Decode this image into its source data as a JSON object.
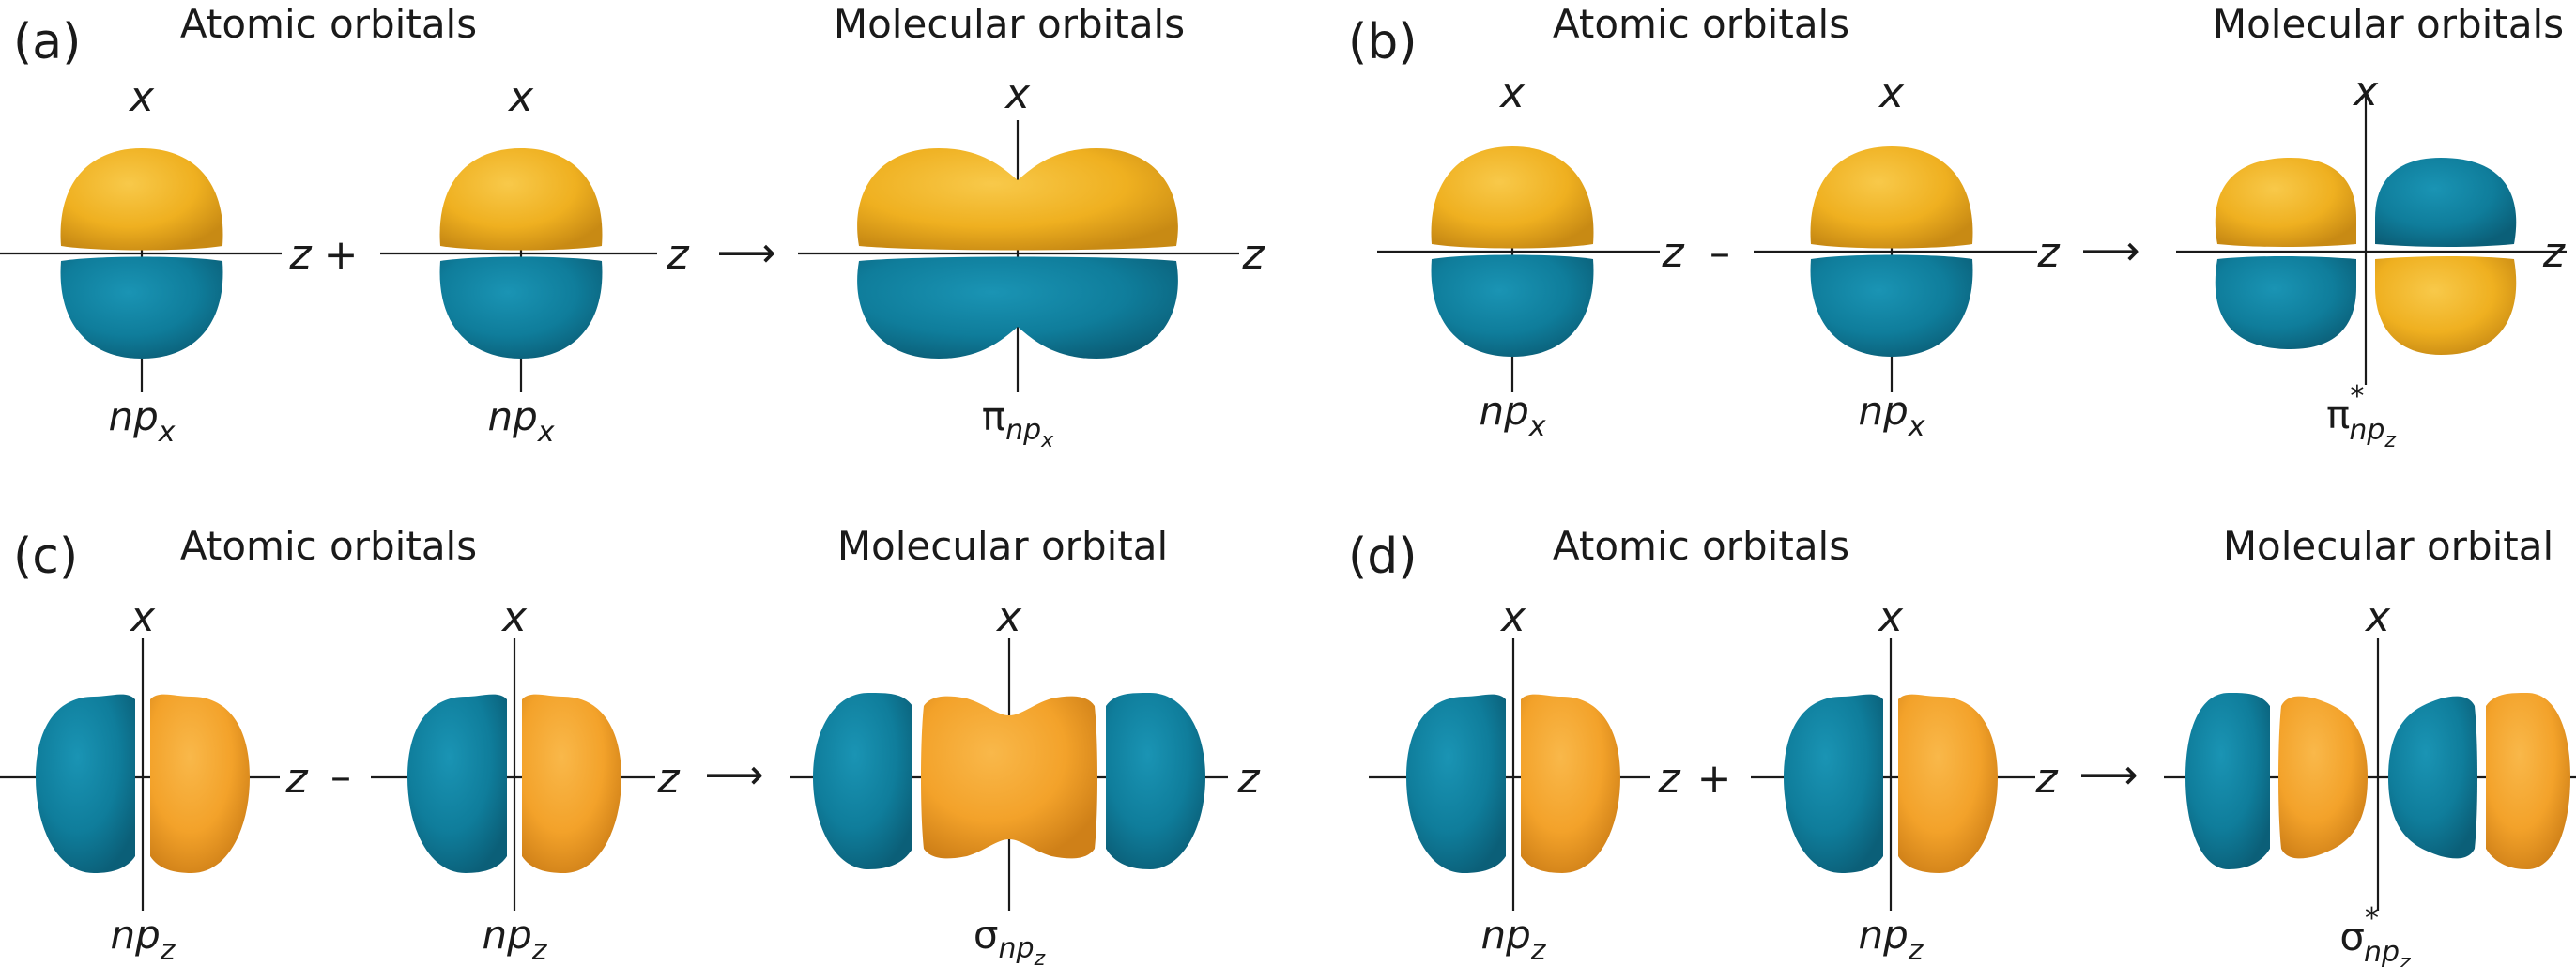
{
  "colors": {
    "yellow": "#efb020",
    "yellow_shadow": "#c88a14",
    "orange": "#f3a22a",
    "orange_shadow": "#cf8018",
    "teal": "#0f7d9b",
    "teal_shadow": "#0b5f78",
    "ink": "#1a1a1a"
  },
  "panels": [
    {
      "id": "a",
      "label": "(a)",
      "left_title": "Atomic orbitals",
      "right_title": "Molecular orbitals",
      "operator": "+",
      "arrow": "⟶",
      "axis_x": "x",
      "axis_z": "z",
      "ao1": {
        "base": "np",
        "sub": "x"
      },
      "ao2": {
        "base": "np",
        "sub": "x"
      },
      "mo": {
        "symbol": "π",
        "sub": "np",
        "subsub": "x",
        "star": ""
      }
    },
    {
      "id": "b",
      "label": "(b)",
      "left_title": "Atomic orbitals",
      "right_title": "Molecular orbitals",
      "operator": "–",
      "arrow": "⟶",
      "axis_x": "x",
      "axis_z": "z",
      "ao1": {
        "base": "np",
        "sub": "x"
      },
      "ao2": {
        "base": "np",
        "sub": "x"
      },
      "mo": {
        "symbol": "π",
        "sub": "np",
        "subsub": "z",
        "star": "*"
      }
    },
    {
      "id": "c",
      "label": "(c)",
      "left_title": "Atomic orbitals",
      "right_title": "Molecular orbital",
      "operator": "–",
      "arrow": "⟶",
      "axis_x": "x",
      "axis_z": "z",
      "ao1": {
        "base": "np",
        "sub": "z"
      },
      "ao2": {
        "base": "np",
        "sub": "z"
      },
      "mo": {
        "symbol": "σ",
        "sub": "np",
        "subsub": "z",
        "star": ""
      }
    },
    {
      "id": "d",
      "label": "(d)",
      "left_title": "Atomic orbitals",
      "right_title": "Molecular orbital",
      "operator": "+",
      "arrow": "⟶",
      "axis_x": "x",
      "axis_z": "z",
      "ao1": {
        "base": "np",
        "sub": "z"
      },
      "ao2": {
        "base": "np",
        "sub": "z"
      },
      "mo": {
        "symbol": "σ",
        "sub": "np",
        "subsub": "z",
        "star": "*"
      }
    }
  ]
}
